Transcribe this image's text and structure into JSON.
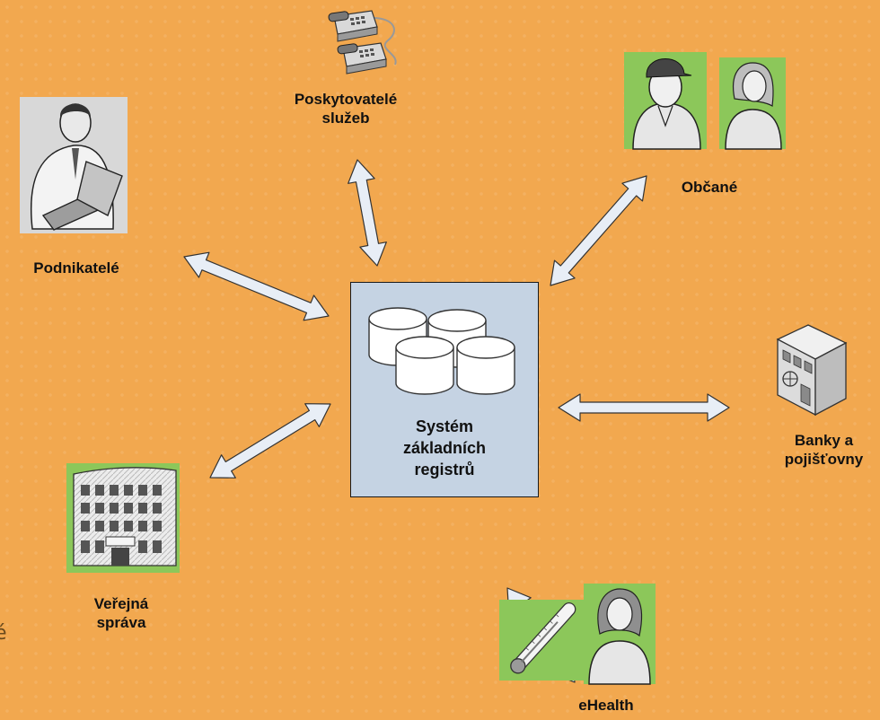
{
  "colors": {
    "background": "#f2a84f",
    "box_fill": "#c5d3e3",
    "arrow_fill": "#e8eef6",
    "icon_bg": "#8cc75a",
    "icon_bg_grey": "#d8d8d8"
  },
  "center": {
    "line1": "Systém",
    "line2": "základních",
    "line3": "registrů"
  },
  "nodes": {
    "poskytovatele": {
      "line1": "Poskytovatelé",
      "line2": "služeb",
      "icon": "telephone-icon"
    },
    "obcane": {
      "line1": "Občané",
      "icon": "citizens-icon"
    },
    "podnikatele": {
      "line1": "Podnikatelé",
      "icon": "businessman-laptop-icon"
    },
    "banky": {
      "line1": "Banky a",
      "line2": "pojišťovny",
      "icon": "bank-building-icon"
    },
    "verejna": {
      "line1": "Veřejná",
      "line2": "správa",
      "icon": "office-building-icon"
    },
    "ehealth": {
      "line1": "eHealth",
      "icon": "thermometer-doctor-icon"
    }
  },
  "slide_mark": "é"
}
